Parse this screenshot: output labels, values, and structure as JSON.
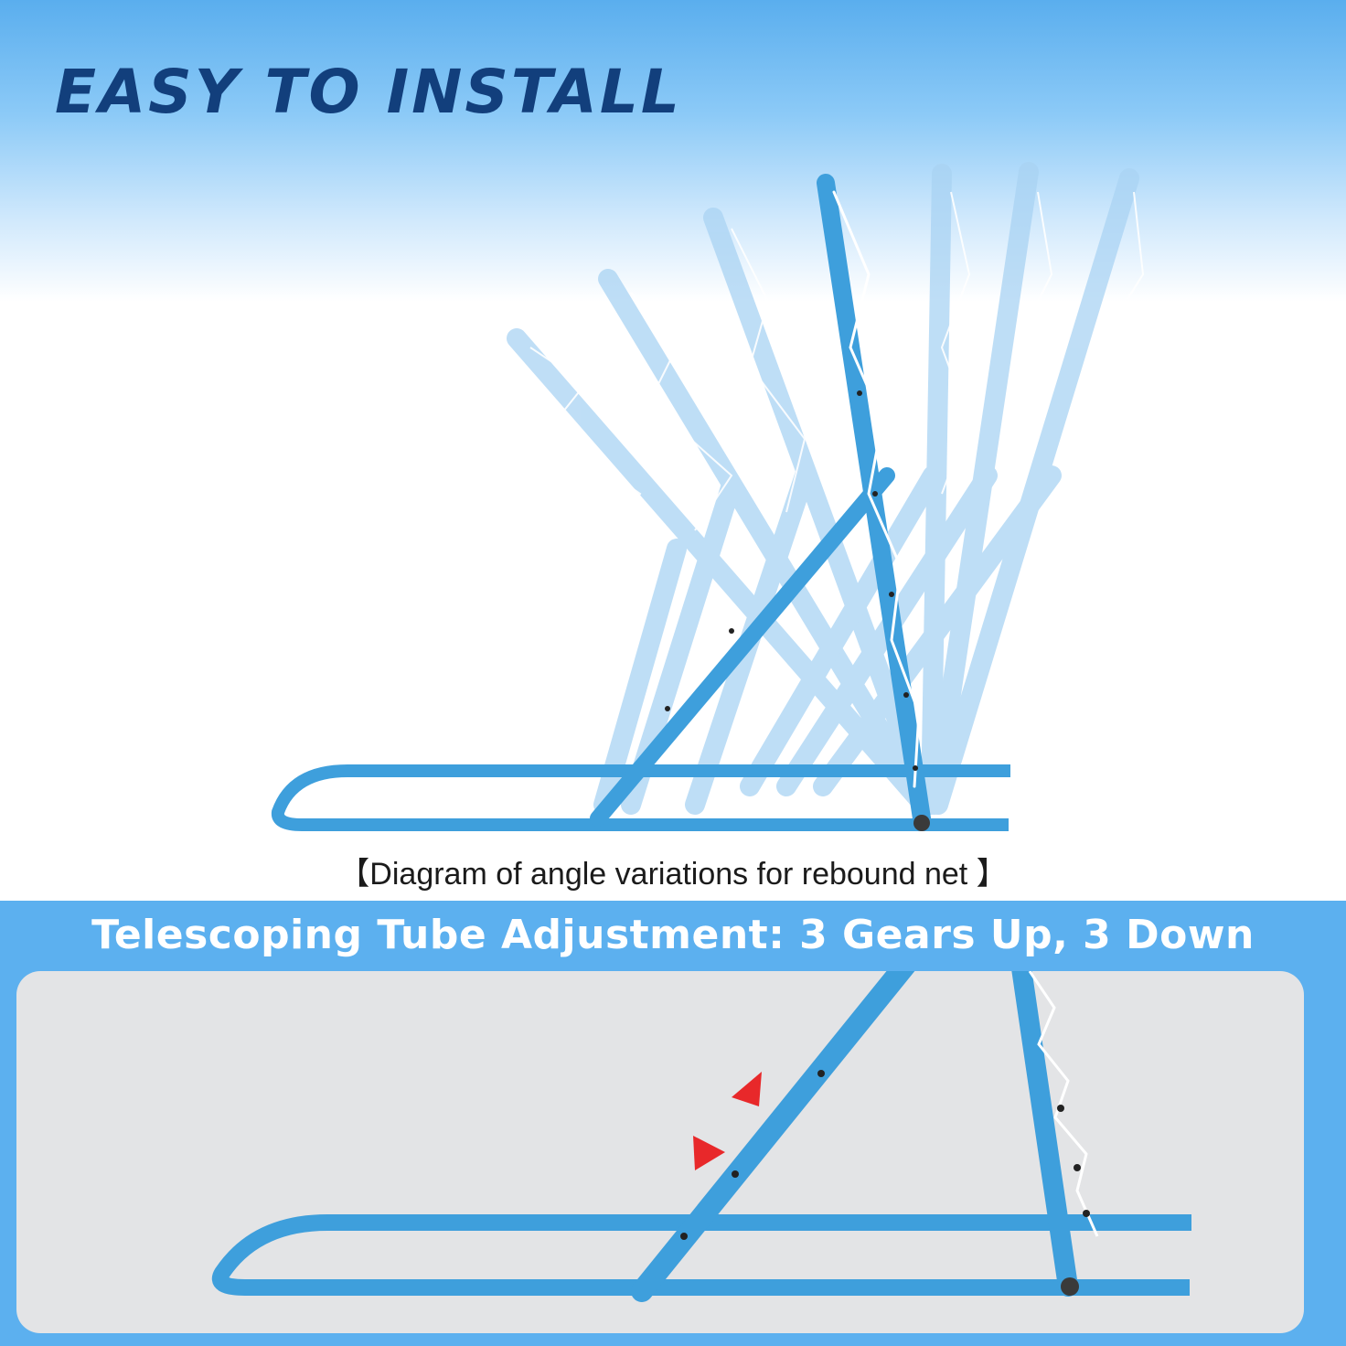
{
  "headline": "EASY TO INSTALL",
  "caption": "【Diagram of angle variations for rebound net 】",
  "band_title": "Telescoping Tube Adjustment: 3 Gears Up, 3 Down",
  "colors": {
    "tube_blue": "#3e9fdc",
    "headline_navy": "#123f7c",
    "band_blue": "#5cb0ef",
    "arrow_red": "#e8282a",
    "panel_gray": "#e3e4e6"
  },
  "icons": [
    "adjust-arrow-icon"
  ]
}
